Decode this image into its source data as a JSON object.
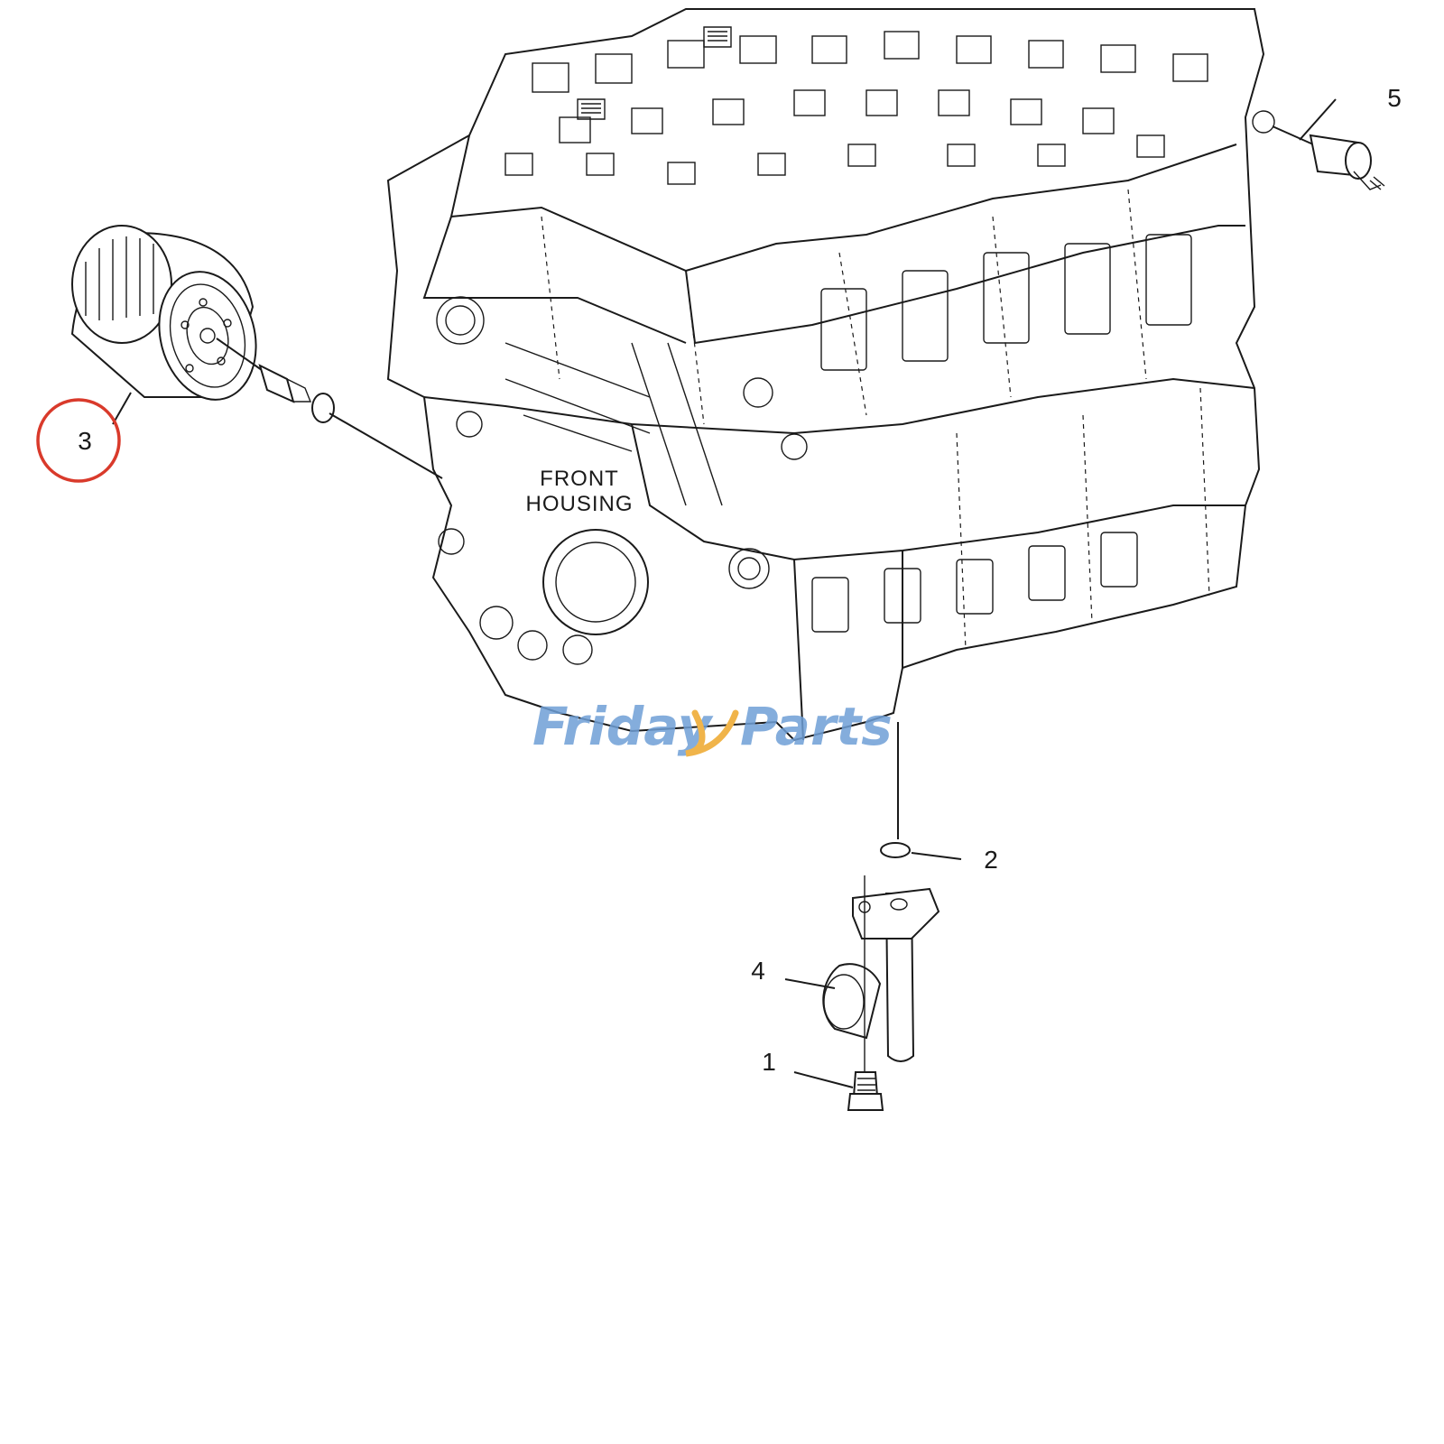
{
  "diagram": {
    "housing_label_line1": "FRONT",
    "housing_label_line2": "HOUSING",
    "callouts": {
      "c1": "1",
      "c2": "2",
      "c3": "3",
      "c4": "4",
      "c5": "5"
    },
    "highlighted_callout": "3",
    "highlight_color": "#d93a2b"
  },
  "watermark": {
    "text_part1": "Friday",
    "text_part2": "Parts",
    "color_primary": "#6f9fd6",
    "color_accent": "#f0b44a"
  }
}
